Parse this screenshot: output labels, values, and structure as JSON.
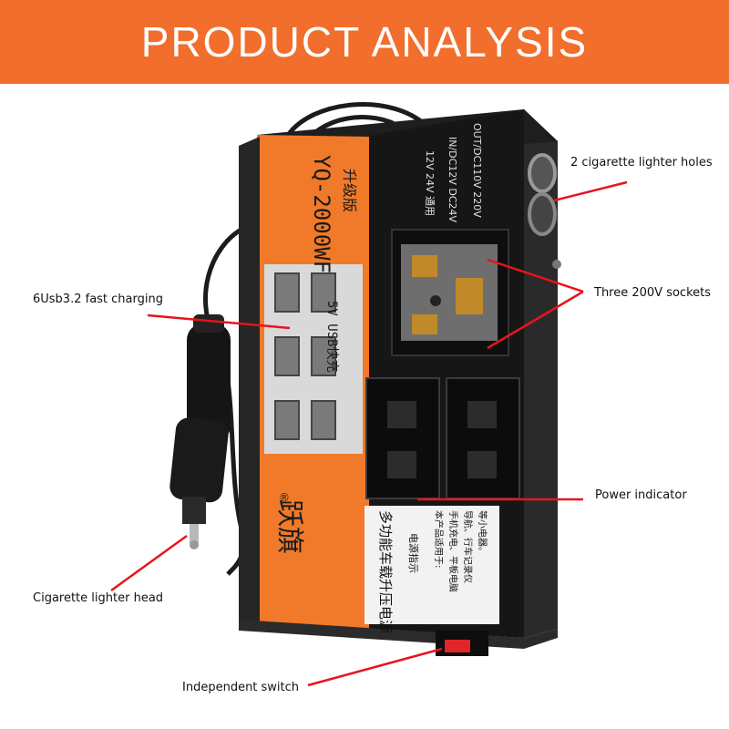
{
  "banner": {
    "title": "PRODUCT ANALYSIS"
  },
  "labels": {
    "lighter_holes": "2 cigarette lighter holes",
    "usb": "6Usb3.2 fast charging",
    "sockets": "Three 200V sockets",
    "power_indicator": "Power indicator",
    "lighter_head": "Cigarette lighter head",
    "switch": "Independent switch"
  },
  "device": {
    "model": "YQ-2000WF",
    "edition": "升级版",
    "usb_text": "5V USB快充",
    "brand": "跃旗",
    "registered": "®",
    "spec_1": "12V 24V 通用",
    "spec_2": "IN/DC12V DC24V",
    "spec_3": "OUT/DC110V 220V",
    "product_name": "多功能车载升压电源",
    "indicator_text": "电源指示",
    "usage_1": "本产品适用于:",
    "usage_2": "手机充电、平板电脑",
    "usage_3": "导航、行车记录仪",
    "usage_4": "等小电器。"
  },
  "colors": {
    "banner": "#f26e2c",
    "accent_orange": "#f07a2a",
    "arrow_red": "#e8141c",
    "switch_red": "#e0262a"
  }
}
